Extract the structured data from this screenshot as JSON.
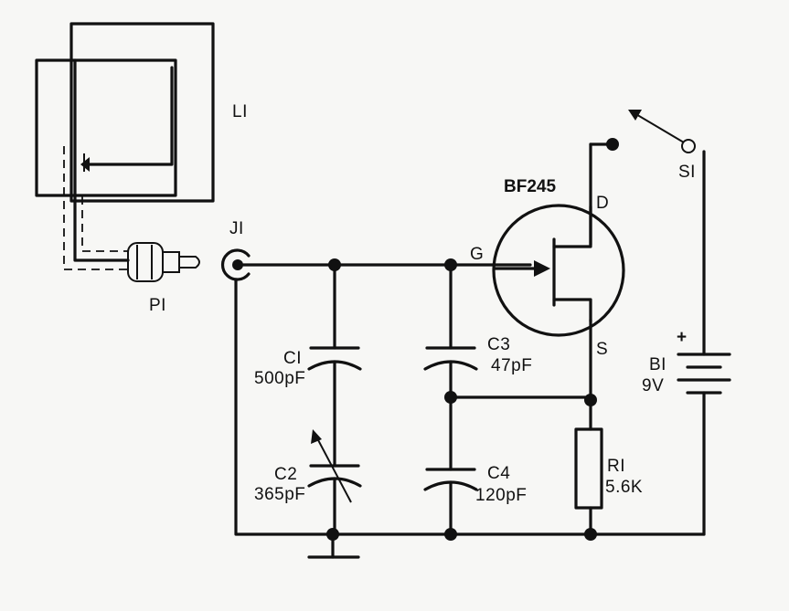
{
  "labels": {
    "l1": "LI",
    "p1": "PI",
    "j1": "JI",
    "transistor": "BF245",
    "gate": "G",
    "drain": "D",
    "source": "S",
    "s1": "SI",
    "b1_polarity": "+",
    "b1_name": "BI",
    "b1_value": "9V",
    "c1_name": "CI",
    "c1_value": "500pF",
    "c2_name": "C2",
    "c2_value": "365pF",
    "c3_name": "C3",
    "c3_value": "47pF",
    "c4_name": "C4",
    "c4_value": "120pF",
    "r1_name": "RI",
    "r1_value": "5.6K"
  },
  "colors": {
    "ink": "#111111",
    "paper": "#f7f7f5",
    "plug_fill": "#ffffff"
  }
}
